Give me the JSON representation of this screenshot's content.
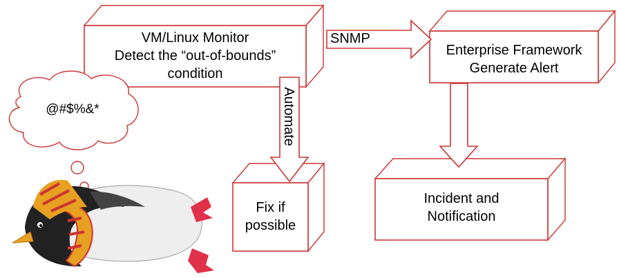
{
  "monitor_box": {
    "line1": "VM/Linux Monitor",
    "line2": "Detect the “out-of-bounds”",
    "line3": "condition"
  },
  "framework_box": {
    "line1": "Enterprise Framework",
    "line2": "Generate Alert"
  },
  "fix_box": {
    "line1": "Fix if",
    "line2": "possible"
  },
  "incident_box": {
    "line1": "Incident and",
    "line2": "Notification"
  },
  "snmp_arrow": {
    "label": "SNMP"
  },
  "automate_arrow": {
    "label": "Automate"
  },
  "thought_bubble": {
    "text": "@#$%&*"
  },
  "colors": {
    "stroke": "#cc3333",
    "text": "#000000",
    "background": "#ffffff"
  }
}
